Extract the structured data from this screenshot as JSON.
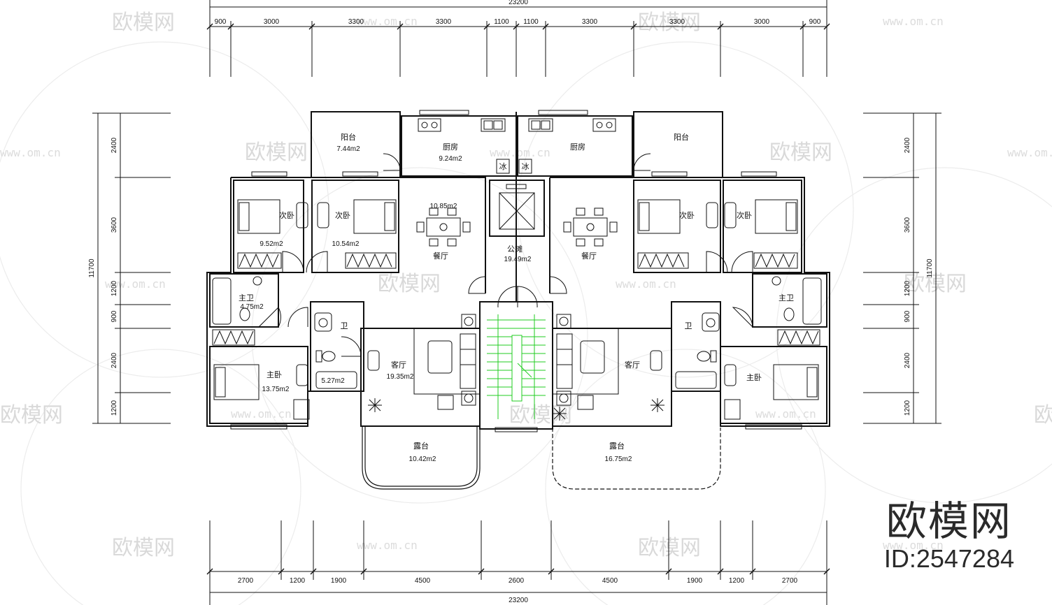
{
  "dims": {
    "top_total": "23200",
    "top_segments": [
      "900",
      "3000",
      "3300",
      "3300",
      "1100",
      "1100",
      "3300",
      "3300",
      "3000",
      "900"
    ],
    "bottom_total": "23200",
    "bottom_segments": [
      "2700",
      "1200",
      "1900",
      "4500",
      "2600",
      "4500",
      "1900",
      "1200",
      "2700"
    ],
    "left_total": "11700",
    "left_segments": [
      "2400",
      "3600",
      "1200",
      "900",
      "2400",
      "1200"
    ],
    "right_total": "11700",
    "right_segments": [
      "2400",
      "3600",
      "1200",
      "900",
      "2400",
      "1200"
    ]
  },
  "rooms": {
    "balcony_left": {
      "name": "阳台",
      "area": "7.44m2"
    },
    "balcony_right": {
      "name": "阳台"
    },
    "kitchen_left": {
      "name": "厨房",
      "area": "9.24m2"
    },
    "kitchen_right": {
      "name": "厨房"
    },
    "fridge_left": "冰",
    "fridge_right": "冰",
    "bed2a_left": {
      "name": "次卧",
      "area": "9.52m2"
    },
    "bed2b_left": {
      "name": "次卧",
      "area": "10.54m2"
    },
    "bed2a_right": {
      "name": "次卧"
    },
    "bed2b_right": {
      "name": "次卧"
    },
    "dining_left": {
      "name": "餐厅",
      "area": "10.85m2"
    },
    "dining_right": {
      "name": "餐厅"
    },
    "public": {
      "name": "公摊",
      "area": "19.49m2"
    },
    "master_bath_left": {
      "name": "主卫",
      "area": "4.75m2"
    },
    "master_bath_right": {
      "name": "主卫"
    },
    "bath_left": {
      "name": "卫",
      "area": "5.27m2"
    },
    "bath_right": {
      "name": "卫"
    },
    "living_left": {
      "name": "客厅",
      "area": "19.35m2"
    },
    "living_right": {
      "name": "客厅"
    },
    "master_left": {
      "name": "主卧",
      "area": "13.75m2"
    },
    "master_right": {
      "name": "主卧"
    },
    "terrace_left": {
      "name": "露台",
      "area": "10.42m2"
    },
    "terrace_right": {
      "name": "露台",
      "area": "16.75m2"
    }
  },
  "watermark": {
    "name": "欧模网",
    "url": "www.om.cn"
  },
  "brand": {
    "name": "欧模网",
    "id": "ID:2547284"
  },
  "colors": {
    "line": "#111111",
    "stair": "#22cc22",
    "watermark": "#d9d9d9"
  }
}
